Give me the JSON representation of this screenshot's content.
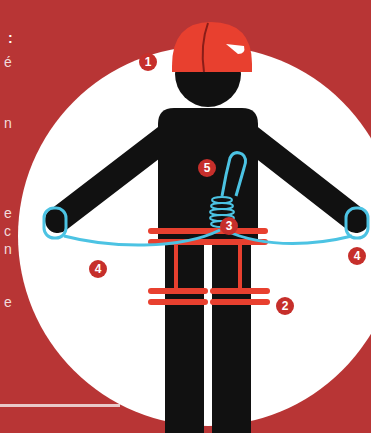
{
  "diagram": {
    "labels": [
      ":",
      "é",
      "n",
      "e",
      "c",
      "n",
      "e",
      "1",
      "5",
      "3",
      "4",
      "4",
      "2"
    ]
  }
}
